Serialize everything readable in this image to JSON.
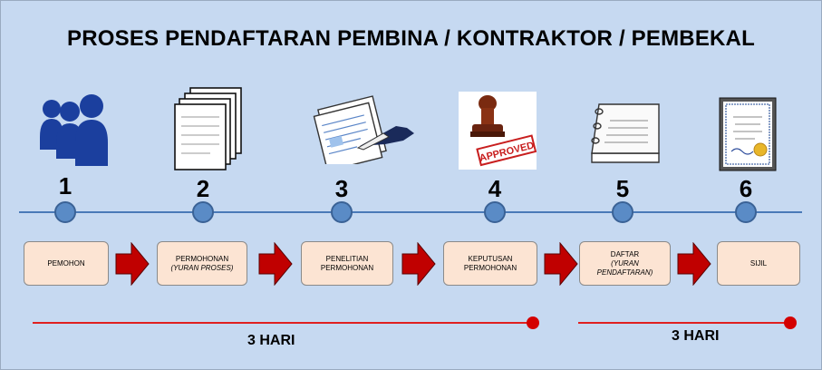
{
  "title": "PROSES PENDAFTARAN PEMBINA / KONTRAKTOR / PEMBEKAL",
  "steps": [
    {
      "number": "1",
      "icon": "people-icon",
      "lines": [
        "PEMOHON"
      ],
      "italic": []
    },
    {
      "number": "2",
      "icon": "documents-icon",
      "lines": [
        "PERMOHONAN"
      ],
      "italic": [
        "(YURAN PROSES)"
      ]
    },
    {
      "number": "3",
      "icon": "signing-document-icon",
      "lines": [
        "PENELITIAN",
        "PERMOHONAN"
      ],
      "italic": []
    },
    {
      "number": "4",
      "icon": "approved-stamp-icon",
      "stamp_text": "APPROVED",
      "lines": [
        "KEPUTUSAN",
        "PERMOHONAN"
      ],
      "italic": []
    },
    {
      "number": "5",
      "icon": "register-book-icon",
      "lines": [
        "DAFTAR"
      ],
      "italic": [
        "(YURAN",
        "PENDAFTARAN)"
      ]
    },
    {
      "number": "6",
      "icon": "certificate-icon",
      "lines": [
        "SIJIL"
      ],
      "italic": []
    }
  ],
  "durations": [
    {
      "label": "3 HARI"
    },
    {
      "label": "3 HARI"
    }
  ],
  "colors": {
    "background": "#c6d9f1",
    "box_fill": "#fce4d3",
    "arrow": "#c00000",
    "timeline": "#4a7ab8",
    "duration_line": "#e02020"
  }
}
